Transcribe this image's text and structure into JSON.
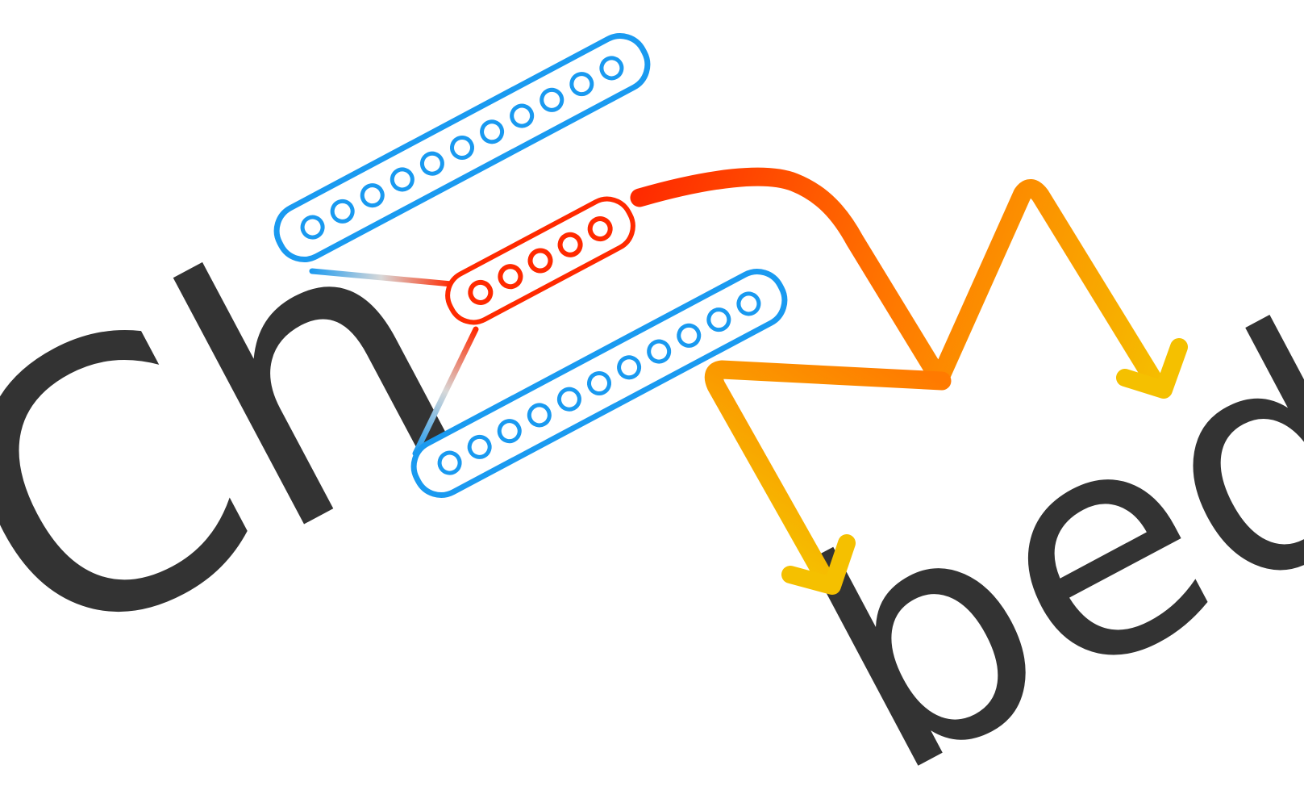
{
  "logo": {
    "text_left": "Ch",
    "text_right": "bed",
    "colors": {
      "text": "#333333",
      "blue": "#1a9af0",
      "red": "#ff2a00",
      "orange": "#ff7a00",
      "yellow": "#f5c000",
      "grey": "#d8d8d8"
    },
    "vectors": [
      {
        "name": "upper-embedding-vector",
        "circles": 11,
        "color": "blue"
      },
      {
        "name": "middle-embedding-vector",
        "circles": 5,
        "color": "red"
      },
      {
        "name": "lower-embedding-vector",
        "circles": 11,
        "color": "blue"
      }
    ]
  }
}
